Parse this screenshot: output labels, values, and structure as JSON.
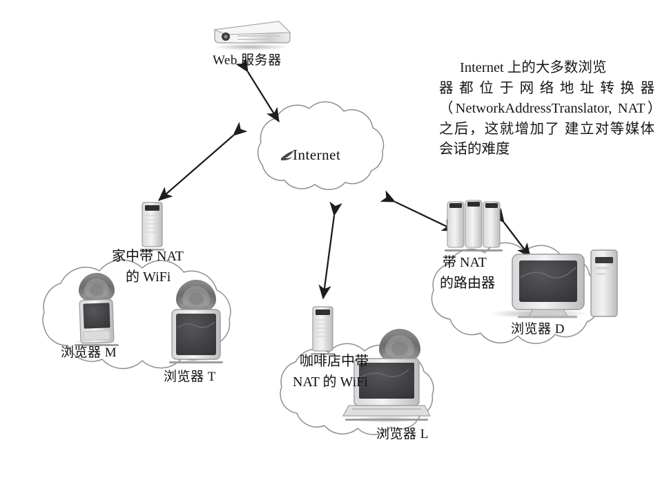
{
  "diagram": {
    "type": "network-topology",
    "title_text": "",
    "caption": {
      "line1": "Internet 上的大多数浏览",
      "line2": "器都位于网络地址转换器",
      "line3": "（NetworkAddressTranslator,",
      "line4": "NAT）之后，这就增加了",
      "line5": "建立对等媒体会话的难度",
      "full": "Internet 上的大多数浏览器都位于网络地址转换器（NetworkAddressTranslator, NAT）之后，这就增加了建立对等媒体会话的难度"
    },
    "nodes": {
      "web_server": {
        "label": "Web 服务器",
        "icon": "server-box-icon"
      },
      "internet": {
        "label": "Internet",
        "icon": "internet-swoosh-icon"
      },
      "home_cloud": {
        "line1": "家中带 NAT",
        "line2": "的 WiFi"
      },
      "cafe_cloud": {
        "line1": "咖啡店中带",
        "line2": "NAT 的 WiFi"
      },
      "router_cloud": {
        "line1": "带 NAT",
        "line2": "的路由器"
      },
      "browser_m": {
        "label": "浏览器 M",
        "icon": "mobile-phone-icon"
      },
      "browser_t": {
        "label": "浏览器 T",
        "icon": "tablet-icon"
      },
      "browser_l": {
        "label": "浏览器 L",
        "icon": "laptop-icon"
      },
      "browser_d": {
        "label": "浏览器 D",
        "icon": "desktop-pc-icon"
      },
      "home_nat": {
        "label": "",
        "icon": "nat-box-icon"
      },
      "cafe_nat": {
        "label": "",
        "icon": "nat-box-icon"
      },
      "router_stack": {
        "label": "",
        "icon": "router-stack-icon"
      }
    },
    "links": [
      {
        "from": "web_server",
        "to": "internet",
        "arrow": "double"
      },
      {
        "from": "internet",
        "to": "home_nat",
        "arrow": "double"
      },
      {
        "from": "internet",
        "to": "cafe_nat",
        "arrow": "double"
      },
      {
        "from": "internet",
        "to": "router_stack",
        "arrow": "double"
      },
      {
        "from": "router_stack",
        "to": "browser_d",
        "arrow": "double"
      }
    ],
    "colors": {
      "ink": "#1a1a1a",
      "cloud_outline": "#8a8a8a",
      "screen_dark": "#3d3d3d",
      "device_body": "#c9c9c9",
      "background": "#ffffff"
    }
  }
}
